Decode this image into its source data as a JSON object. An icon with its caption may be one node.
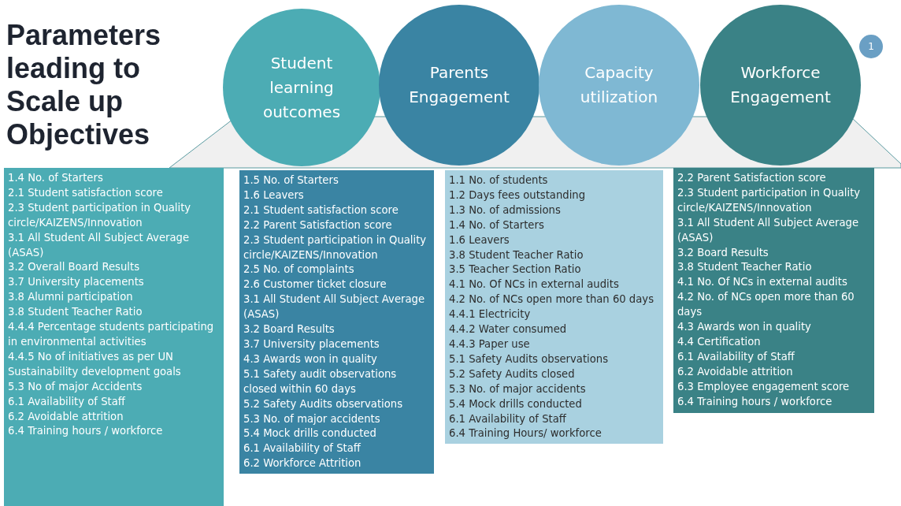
{
  "diagram": {
    "title": "Parameters leading to Scale up Objectives",
    "nodes": [
      {
        "text": [
          "Student learning outcomes"
        ]
      },
      {
        "text": [
          "Parents Engagement"
        ]
      },
      {
        "text": [
          "Capacity utilization"
        ]
      },
      {
        "text": [
          "Workforce Engagement"
        ]
      },
      {
        "text": [
          "1"
        ]
      },
      {
        "text": [
          "1.4 No. of Starters",
          "2.1 Student satisfaction score",
          "2.3 Student participation in Quality circle/KAIZENS/Innovation",
          "3.1 All Student All Subject Average (ASAS)",
          "3.2 Overall Board Results",
          "3.7 University placements",
          "3.8  Alumni participation",
          "3.8 Student Teacher Ratio",
          "4.4.4 Percentage students participating in environmental activities",
          "4.4.5 No of initiatives as per UN Sustainability development goals",
          "5.3 No of major Accidents",
          "6.1 Availability of Staff",
          "6.2 Avoidable attrition",
          "6.4 Training hours / workforce"
        ]
      },
      {
        "text": [
          "1.5 No. of Starters",
          "1.6 Leavers",
          "2.1 Student satisfaction score",
          "2.2 Parent Satisfaction score",
          "2.3 Student participation in Quality circle/KAIZENS/Innovation",
          "2.5 No. of complaints",
          "2.6 Customer ticket closure",
          "3.1 All Student All Subject Average (ASAS)",
          "3.2 Board Results",
          "3.7 University placements",
          "4.3 Awards won in quality",
          "5.1 Safety audit observations closed within 60 days",
          "5.2 Safety Audits observations",
          "5.3 No. of major accidents",
          "5.4 Mock drills conducted",
          "6.1 Availability of Staff",
          "6.2 Workforce Attrition"
        ]
      },
      {
        "text": [
          "1.1 No. of students",
          "1.2 Days fees outstanding",
          "1.3 No. of admissions",
          "1.4 No. of Starters",
          "1.6 Leavers",
          "3.8 Student Teacher Ratio",
          "3.5 Teacher Section Ratio",
          "4.1 No. Of NCs in external audits",
          "4.2 No. of NCs open more than 60 days",
          "4.4.1 Electricity",
          "4.4.2 Water consumed",
          "4.4.3 Paper use",
          "5.1 Safety Audits observations",
          "5.2 Safety Audits closed",
          "5.3 No. of major accidents",
          "5.4 Mock drills conducted",
          "6.1 Availability of Staff",
          "6.4 Training Hours/ workforce"
        ]
      },
      {
        "text": [
          "2.2 Parent Satisfaction score",
          "2.3 Student participation in Quality circle/KAIZENS/Innovation",
          "3.1 All Student All Subject Average (ASAS)",
          "3.2 Board Results",
          "3.8 Student Teacher Ratio",
          "4.1 No. Of NCs in external audits",
          "4.2 No. of NCs open more than 60 days",
          "4.3 Awards won in quality",
          "4.4  Certification",
          "6.1 Availability of Staff",
          "6.2 Avoidable attrition",
          "6.3 Employee engagement score",
          "6.4 Training hours / workforce"
        ]
      }
    ]
  }
}
